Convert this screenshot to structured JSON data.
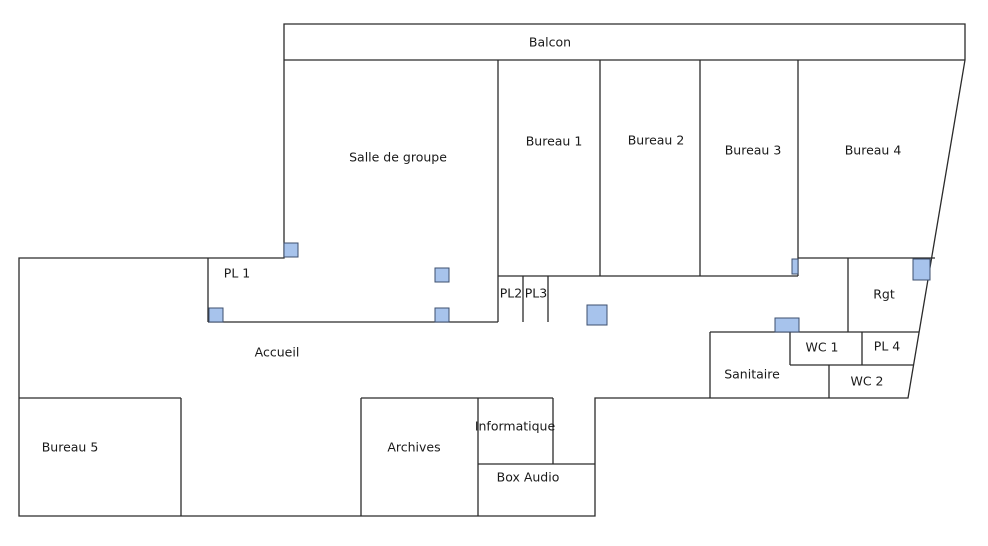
{
  "rooms": {
    "balcon": "Balcon",
    "salle_de_groupe": "Salle de groupe",
    "bureau_1": "Bureau 1",
    "bureau_2": "Bureau 2",
    "bureau_3": "Bureau 3",
    "bureau_4": "Bureau 4",
    "pl_1": "PL 1",
    "pl_2": "PL2",
    "pl_3": "PL3",
    "rgt": "Rgt",
    "accueil": "Accueil",
    "wc_1": "WC 1",
    "pl_4": "PL 4",
    "sanitaire": "Sanitaire",
    "wc_2": "WC 2",
    "bureau_5": "Bureau 5",
    "archives": "Archives",
    "informatique": "Informatique",
    "box_audio": "Box Audio"
  },
  "colors": {
    "wall": "#2b2b2b",
    "pillar_fill": "#a7c3ec",
    "pillar_stroke": "#3d4f6e",
    "background": "#ffffff"
  }
}
